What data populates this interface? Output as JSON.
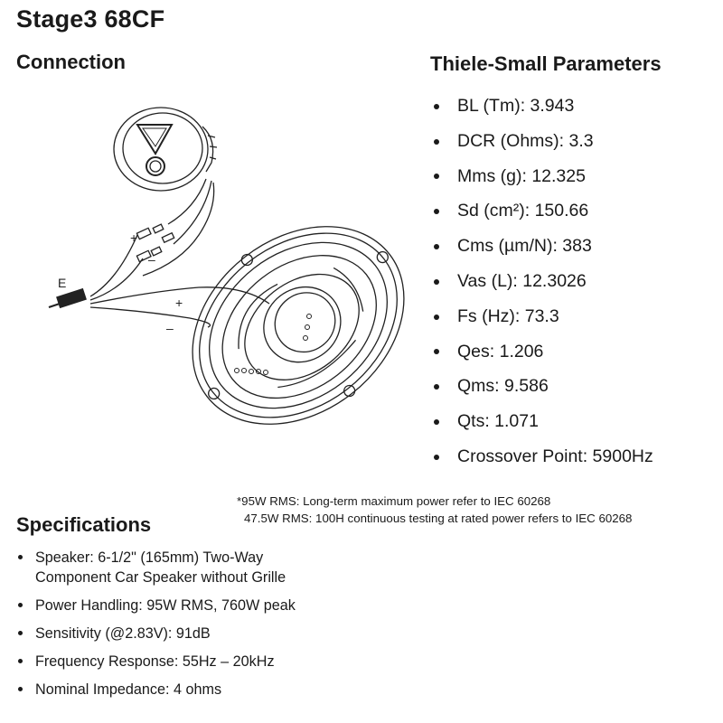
{
  "page": {
    "title": "Stage3 68CF",
    "connection_heading": "Connection",
    "ts_heading": "Thiele-Small Parameters",
    "spec_heading": "Specifications"
  },
  "diagram": {
    "label_e": "E",
    "label_plus": "+",
    "label_minus": "–",
    "small_plus": "+",
    "small_minus": "–"
  },
  "ts_params": [
    {
      "label": "BL (Tm): 3.943"
    },
    {
      "label": "DCR (Ohms): 3.3"
    },
    {
      "label": "Mms (g): 12.325"
    },
    {
      "label": "Sd (cm²): 150.66"
    },
    {
      "label": "Cms (µm/N): 383"
    },
    {
      "label": "Vas (L): 12.3026"
    },
    {
      "label": "Fs (Hz): 73.3"
    },
    {
      "label": "Qes: 1.206"
    },
    {
      "label": "Qms: 9.586"
    },
    {
      "label": "Qts: 1.071"
    },
    {
      "label": "Crossover Point: 5900Hz"
    }
  ],
  "notes": {
    "line1": "*95W RMS: Long-term maximum power refer to IEC 60268",
    "line2": "47.5W RMS: 100H continuous testing at rated power refers to IEC 60268"
  },
  "specs": [
    {
      "text": "Speaker: 6-1/2\" (165mm) Two-Way Component Car Speaker without Grille"
    },
    {
      "text": "Power Handling: 95W RMS, 760W peak"
    },
    {
      "text": "Sensitivity (@2.83V): 91dB"
    },
    {
      "text": "Frequency Response: 55Hz – 20kHz"
    },
    {
      "text": "Nominal Impedance: 4 ohms"
    }
  ]
}
